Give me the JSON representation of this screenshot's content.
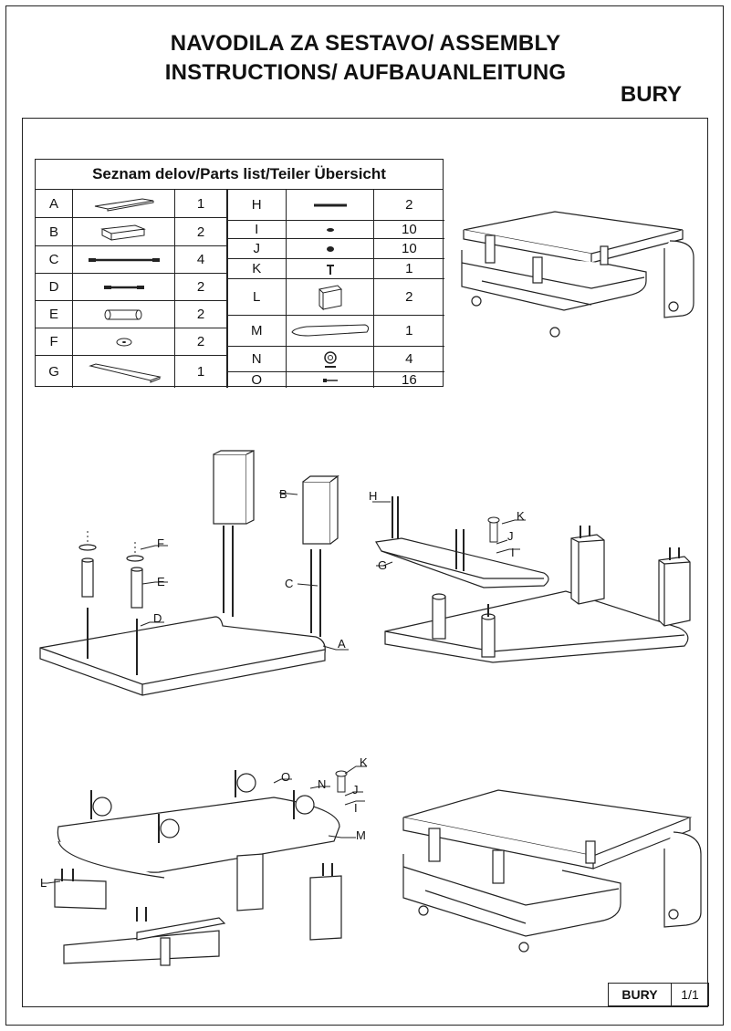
{
  "header": {
    "title_line1": "NAVODILA ZA SESTAVO/ ASSEMBLY",
    "title_line2": "INSTRUCTIONS/ AUFBAUANLEITUNG",
    "model": "BURY"
  },
  "parts_list": {
    "title": "Seznam delov/Parts list/Teiler Übersicht",
    "left": [
      {
        "letter": "A",
        "qty": "1"
      },
      {
        "letter": "B",
        "qty": "2"
      },
      {
        "letter": "C",
        "qty": "4"
      },
      {
        "letter": "D",
        "qty": "2"
      },
      {
        "letter": "E",
        "qty": "2"
      },
      {
        "letter": "F",
        "qty": "2"
      },
      {
        "letter": "G",
        "qty": "1"
      }
    ],
    "right": [
      {
        "letter": "H",
        "qty": "2"
      },
      {
        "letter": "I",
        "qty": "10"
      },
      {
        "letter": "J",
        "qty": "10"
      },
      {
        "letter": "K",
        "qty": "1"
      },
      {
        "letter": "L",
        "qty": "2"
      },
      {
        "letter": "M",
        "qty": "1"
      },
      {
        "letter": "N",
        "qty": "4"
      },
      {
        "letter": "O",
        "qty": "16"
      }
    ]
  },
  "step1_labels": {
    "a": "A",
    "b": "B",
    "c": "C",
    "d": "D",
    "e": "E",
    "f": "F"
  },
  "step2_labels": {
    "h": "H",
    "g": "G",
    "k": "K",
    "j": "J",
    "i": "I"
  },
  "step3_labels": {
    "k": "K",
    "o": "O",
    "n": "N",
    "j": "J",
    "i": "I",
    "m": "M",
    "l": "L"
  },
  "footer": {
    "model": "BURY",
    "page": "1/1"
  }
}
